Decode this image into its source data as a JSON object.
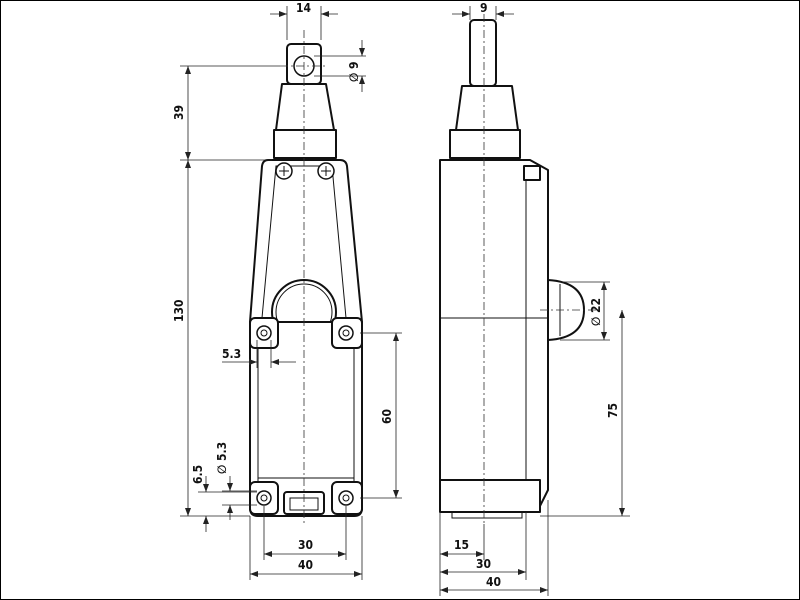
{
  "dimensions": {
    "front_top_width": "14",
    "front_knob_diameter": "∅ 9",
    "front_upper_height": "39",
    "front_total_height": "130",
    "front_hole_dia_upper": "5.3",
    "front_hole_spacing_vertical": "60",
    "front_lower_offset": "6.5",
    "front_hole_dia_lower": "∅ 5.3",
    "front_hole_spacing_horizontal": "30",
    "front_body_width": "40",
    "side_top_width": "9",
    "side_button_diameter": "∅ 22",
    "side_button_height": "75",
    "side_half_width": "15",
    "side_inner_width": "30",
    "side_body_width": "40"
  }
}
